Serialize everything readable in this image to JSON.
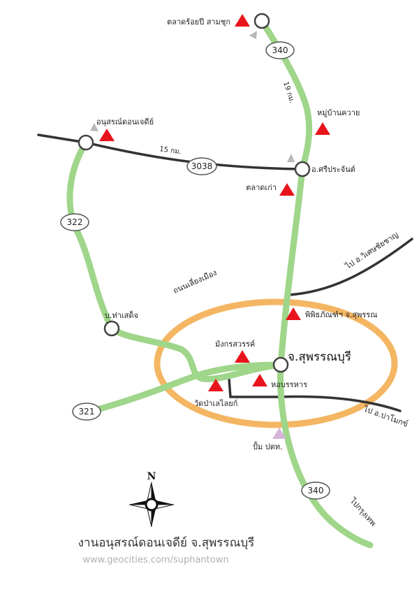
{
  "colors": {
    "main_road": "#9fd68a",
    "other_road": "#333333",
    "ring_road": "#f4b663",
    "landmark": "#e8141b",
    "gas_station": "#d6b5d9",
    "arrow": "#b8b8b8"
  },
  "places": {
    "market_100y": "ตลาดร้อยปี สามชุก",
    "buffalo_village": "หมู่บ้านควาย",
    "monument": "อนุสรณ์ดอนเจดีย์",
    "si_prachan": "อ.ศรีประจันต์",
    "old_market": "ตลาดเก่า",
    "tha_saet": "บ.ท่าเสด็จ",
    "museum": "พิพิธภัณฑ์ฯ จ.สุพรรณ",
    "dragon_heaven": "มังกรสวรรค์",
    "city": "จ.สุพรรณบุรี",
    "tower": "หอบรรหาร",
    "wat_pa_lelai": "วัดป่าเลไลยก์",
    "gas_station": "ปั้ม ปตท."
  },
  "roads": {
    "r340_top": "340",
    "r340_bottom": "340",
    "r3038": "3038",
    "r322": "322",
    "r321": "321",
    "dist_19": "19 กม.",
    "dist_15": "15 กม.",
    "bypass": "ถนนเลี่ยงเมือง",
    "to_wiset": "ไป อ.วิเศษชัยชาญ",
    "to_pho": "ไป อ.บ่าโมกข์",
    "to_bangkok": "ไปกรุงเทพ"
  },
  "compass": {
    "north": "N",
    "icon": "compass-rose-icon"
  },
  "footer": {
    "title": "งานอนุสรณ์ดอนเจดีย์  จ.สุพรรณบุรี",
    "url": "www.geocities.com/suphantown"
  }
}
